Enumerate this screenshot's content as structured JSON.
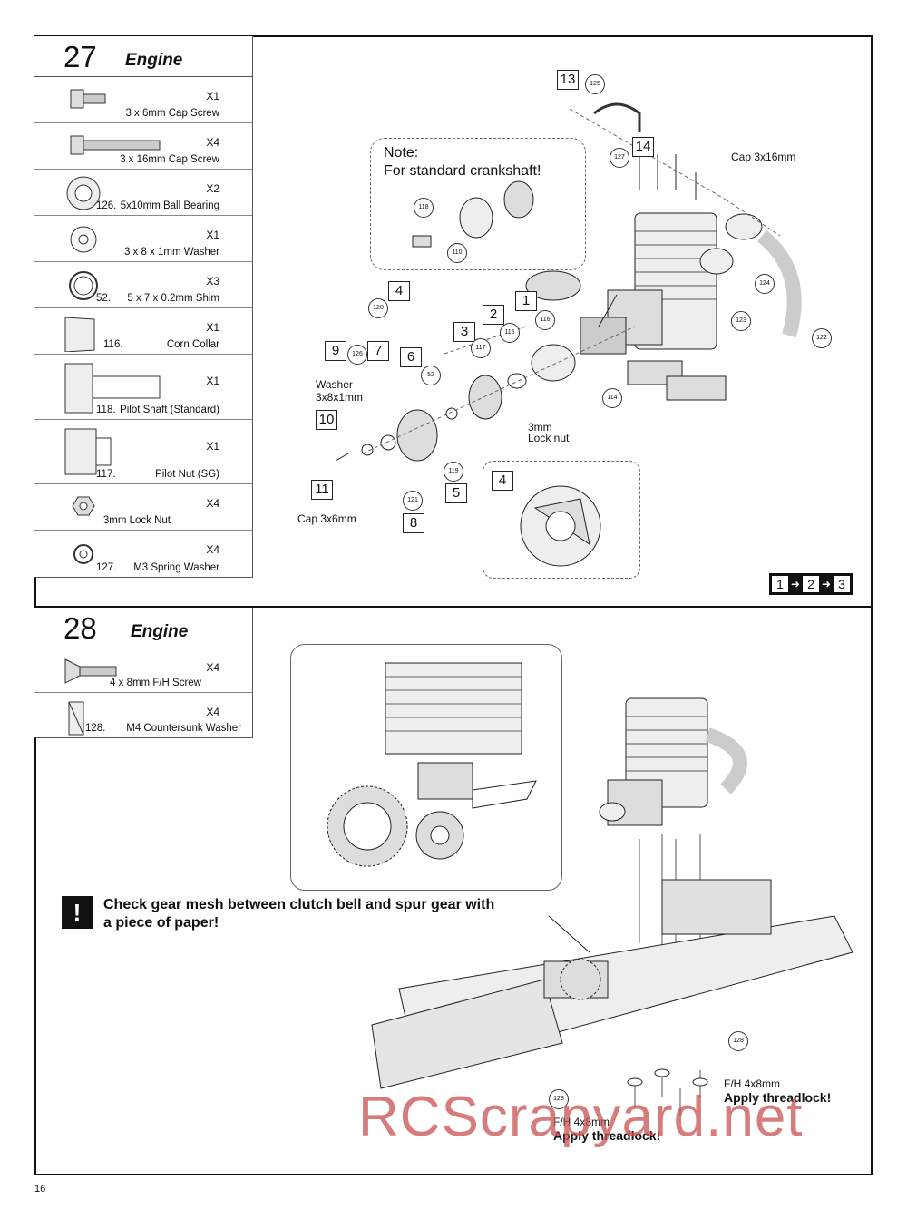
{
  "step27": {
    "number": "27",
    "title": "Engine",
    "parts": [
      {
        "qty": "X1",
        "desc": "3 x 6mm  Cap Screw",
        "pnum": ""
      },
      {
        "qty": "X4",
        "desc": "3 x 16mm  Cap Screw",
        "pnum": ""
      },
      {
        "qty": "X2",
        "desc": "5x10mm  Ball Bearing",
        "pnum": "126."
      },
      {
        "qty": "X1",
        "desc": "3 x 8 x 1mm  Washer",
        "pnum": ""
      },
      {
        "qty": "X3",
        "desc": "5 x 7 x 0.2mm  Shim",
        "pnum": "52."
      },
      {
        "qty": "X1",
        "desc": "Corn Collar",
        "pnum": "116."
      },
      {
        "qty": "X1",
        "desc": "Pilot Shaft (Standard)",
        "pnum": "118."
      },
      {
        "qty": "X1",
        "desc": "Pilot Nut (SG)",
        "pnum": "117."
      },
      {
        "qty": "X4",
        "desc": "3mm  Lock Nut",
        "pnum": ""
      },
      {
        "qty": "X4",
        "desc": "M3 Spring Washer",
        "pnum": "127."
      }
    ],
    "note_title": "Note:",
    "note_text": "For standard crankshaft!",
    "labels": {
      "cap_3x16": "Cap 3x16mm",
      "washer": "Washer",
      "washer_size": "3x8x1mm",
      "lock_nut": "3mm",
      "lock_nut2": "Lock nut",
      "cap_3x6": "Cap 3x6mm"
    },
    "step_boxes": [
      "13",
      "14",
      "4",
      "1",
      "2",
      "3",
      "9",
      "7",
      "6",
      "10",
      "11",
      "5",
      "8",
      "4"
    ],
    "part_circles": [
      "125",
      "127",
      "118",
      "110",
      "120",
      "116",
      "115",
      "117",
      "126",
      "52",
      "124",
      "123",
      "122",
      "114",
      "119",
      "121"
    ],
    "sequence": [
      "1",
      "2",
      "3"
    ]
  },
  "step28": {
    "number": "28",
    "title": "Engine",
    "parts": [
      {
        "qty": "X4",
        "desc": "4 x 8mm  F/H Screw",
        "pnum": ""
      },
      {
        "qty": "X4",
        "desc": "M4 Countersunk Washer",
        "pnum": "128."
      }
    ],
    "warning_icon": "!",
    "warning_line1": "Check gear mesh between clutch bell and spur gear with",
    "warning_line2": "a piece of paper!",
    "fh_screw_a": "F/H 4x8mm",
    "threadlock_a": "Apply threadlock!",
    "fh_screw_b": "F/H 4x8mm",
    "threadlock_b": "Apply threadlock!",
    "part_circles": [
      "128",
      "128"
    ]
  },
  "page_number": "16",
  "watermark": "RCScrapyard.net"
}
